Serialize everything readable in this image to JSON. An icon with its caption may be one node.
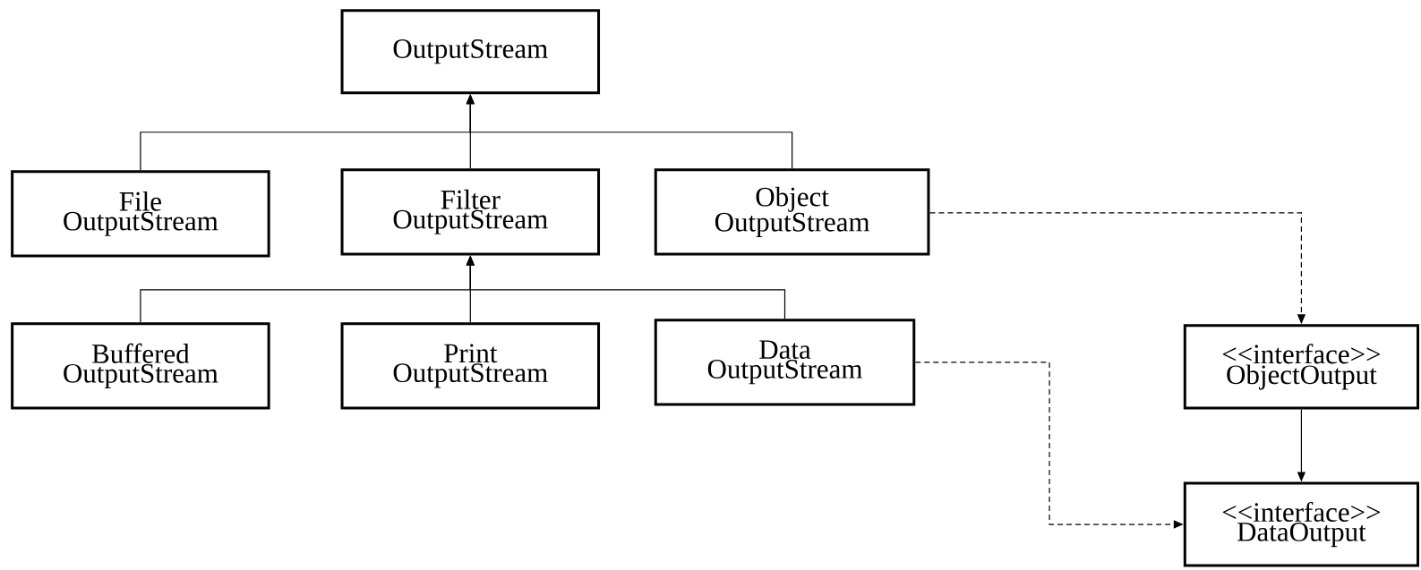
{
  "diagram": {
    "nodes": [
      {
        "text": [
          "OutputStream"
        ]
      },
      {
        "text": [
          "File OutputStream"
        ]
      },
      {
        "text": [
          "Filter OutputStream"
        ]
      },
      {
        "text": [
          "Object OutputStream"
        ]
      },
      {
        "text": [
          "Buffered OutputStream"
        ]
      },
      {
        "text": [
          "Print OutputStream"
        ]
      },
      {
        "text": [
          "Data OutputStream"
        ]
      },
      {
        "text": [
          "<<interface>> ObjectOutput"
        ]
      },
      {
        "text": [
          "<<interface>> DataOutput"
        ]
      }
    ],
    "edges": [
      {
        "from": 1,
        "to": 0,
        "arrow": "to"
      },
      {
        "from": 2,
        "to": 0,
        "arrow": "to"
      },
      {
        "from": 3,
        "to": 0,
        "arrow": "to"
      },
      {
        "from": 4,
        "to": 2,
        "arrow": "to"
      },
      {
        "from": 5,
        "to": 2,
        "arrow": "to"
      },
      {
        "from": 6,
        "to": 2,
        "arrow": "to"
      },
      {
        "from": 3,
        "to": 7,
        "arrow": "to",
        "style": "dashed"
      },
      {
        "from": 6,
        "to": 8,
        "arrow": "to",
        "style": "dashed"
      },
      {
        "from": 7,
        "to": 8,
        "arrow": "to"
      }
    ]
  }
}
